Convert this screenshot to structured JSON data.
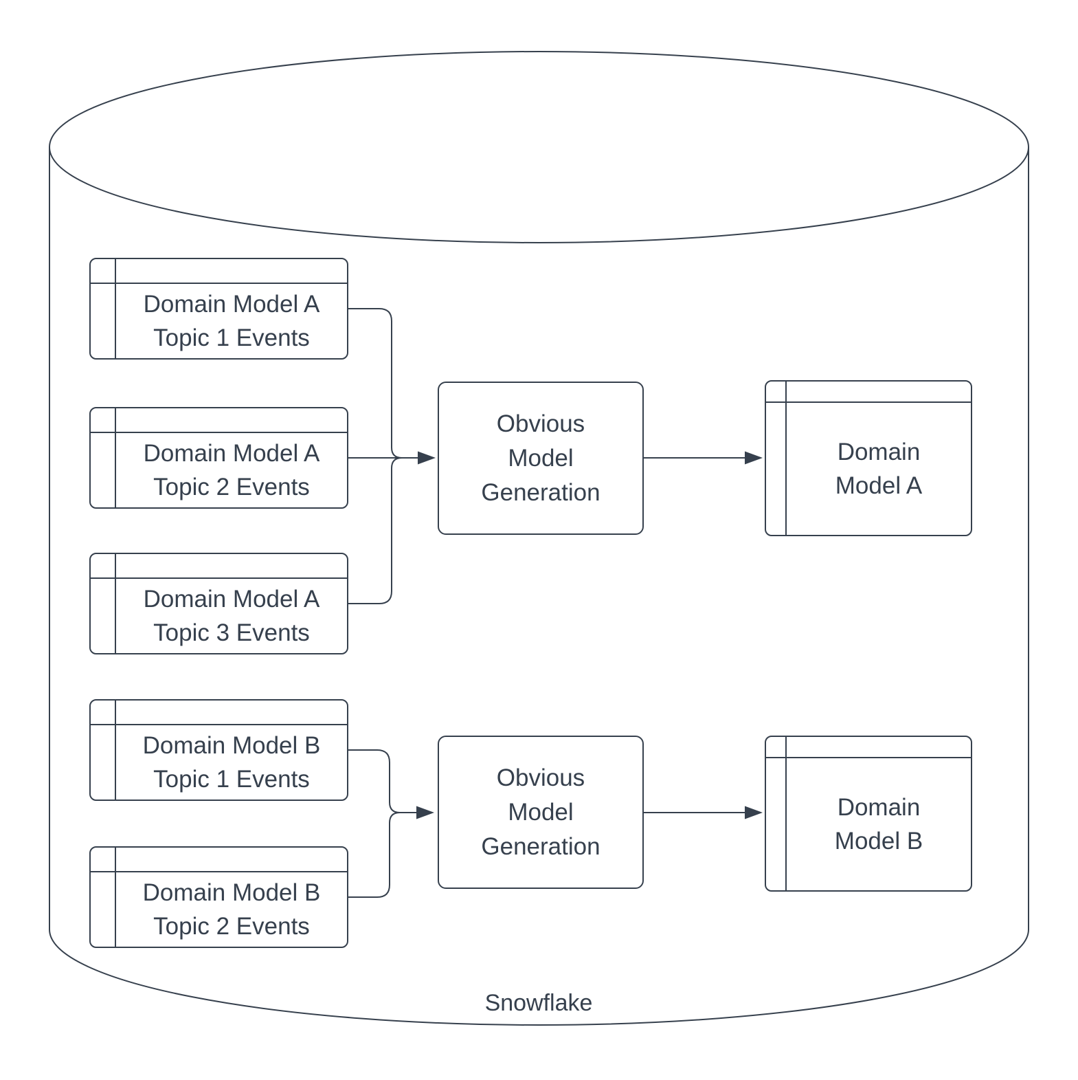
{
  "colors": {
    "line": "#36404d",
    "text": "#36404d",
    "background": "#ffffff"
  },
  "cylinder": {
    "label": "Snowflake"
  },
  "event_tables": [
    {
      "label": "Domain Model A\nTopic 1 Events"
    },
    {
      "label": "Domain Model A\nTopic 2 Events"
    },
    {
      "label": "Domain Model A\nTopic 3 Events"
    },
    {
      "label": "Domain Model B\nTopic 1 Events"
    },
    {
      "label": "Domain Model B\nTopic 2 Events"
    }
  ],
  "process_boxes": [
    {
      "label": "Obvious\nModel\nGeneration"
    },
    {
      "label": "Obvious\nModel\nGeneration"
    }
  ],
  "model_tables": [
    {
      "label": "Domain\nModel A"
    },
    {
      "label": "Domain\nModel B"
    }
  ]
}
